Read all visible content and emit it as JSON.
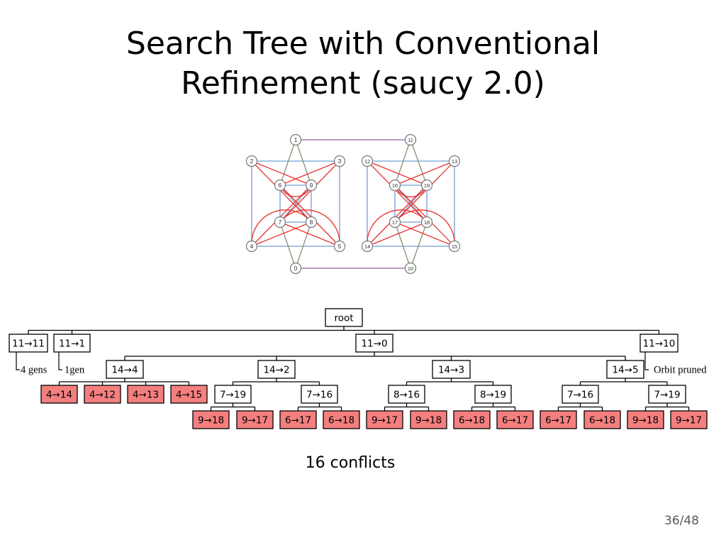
{
  "slide": {
    "title_line1": "Search Tree with Conventional",
    "title_line2": "Refinement (saucy 2.0)",
    "caption": "16 conflicts",
    "page_number": "36/48"
  },
  "colors": {
    "conflict_fill": "#f47f7f",
    "node_fill": "#ffffff",
    "edge_red": "#e8322c",
    "edge_blue": "#6f9fd6",
    "edge_grey": "#8a8f73",
    "edge_purple": "#9b5ba6"
  },
  "graph": {
    "vertices": [
      "0",
      "1",
      "2",
      "3",
      "4",
      "5",
      "6",
      "7",
      "8",
      "9",
      "10",
      "11",
      "12",
      "13",
      "14",
      "15",
      "16",
      "17",
      "18",
      "19"
    ]
  },
  "tree": {
    "nodes": [
      {
        "id": "root",
        "label": "root",
        "conflict": false
      },
      {
        "id": "a1",
        "label": "11→11",
        "conflict": false
      },
      {
        "id": "a2",
        "label": "11→1",
        "conflict": false
      },
      {
        "id": "a3",
        "label": "11→0",
        "conflict": false
      },
      {
        "id": "a4",
        "label": "11→10",
        "conflict": false
      },
      {
        "id": "b1",
        "label": "14→4",
        "conflict": false
      },
      {
        "id": "b2",
        "label": "14→2",
        "conflict": false
      },
      {
        "id": "b3",
        "label": "14→3",
        "conflict": false
      },
      {
        "id": "b4",
        "label": "14→5",
        "conflict": false
      },
      {
        "id": "c1",
        "label": "4→14",
        "conflict": true
      },
      {
        "id": "c2",
        "label": "4→12",
        "conflict": true
      },
      {
        "id": "c3",
        "label": "4→13",
        "conflict": true
      },
      {
        "id": "c4",
        "label": "4→15",
        "conflict": true
      },
      {
        "id": "c5",
        "label": "7→19",
        "conflict": false
      },
      {
        "id": "c6",
        "label": "7→16",
        "conflict": false
      },
      {
        "id": "c7",
        "label": "8→16",
        "conflict": false
      },
      {
        "id": "c8",
        "label": "8→19",
        "conflict": false
      },
      {
        "id": "c9",
        "label": "7→16",
        "conflict": false
      },
      {
        "id": "c10",
        "label": "7→19",
        "conflict": false
      },
      {
        "id": "d1",
        "label": "9→18",
        "conflict": true
      },
      {
        "id": "d2",
        "label": "9→17",
        "conflict": true
      },
      {
        "id": "d3",
        "label": "6→17",
        "conflict": true
      },
      {
        "id": "d4",
        "label": "6→18",
        "conflict": true
      },
      {
        "id": "d5",
        "label": "9→17",
        "conflict": true
      },
      {
        "id": "d6",
        "label": "9→18",
        "conflict": true
      },
      {
        "id": "d7",
        "label": "6→18",
        "conflict": true
      },
      {
        "id": "d8",
        "label": "6→17",
        "conflict": true
      },
      {
        "id": "d9",
        "label": "6→17",
        "conflict": true
      },
      {
        "id": "d10",
        "label": "6→18",
        "conflict": true
      },
      {
        "id": "d11",
        "label": "9→18",
        "conflict": true
      },
      {
        "id": "d12",
        "label": "9→17",
        "conflict": true
      }
    ],
    "annotations": [
      {
        "id": "gens4",
        "label": "4 gens"
      },
      {
        "id": "gens1",
        "label": "1gen"
      },
      {
        "id": "orbit",
        "label": "Orbit pruned"
      }
    ]
  }
}
